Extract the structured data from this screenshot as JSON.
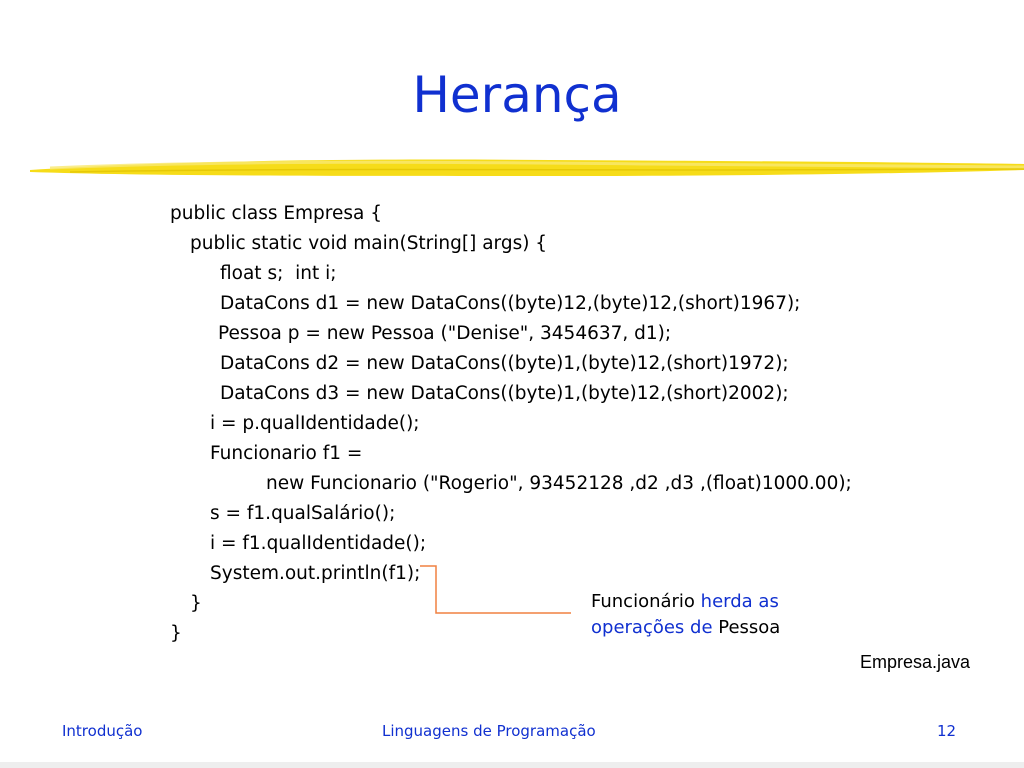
{
  "slide": {
    "title": "Herança",
    "code_lines": [
      "public class Empresa {",
      "public static void main(String[] args) {",
      "float s;  int i;",
      "DataCons d1 = new DataCons((byte)12,(byte)12,(short)1967);",
      "Pessoa p = new Pessoa (\"Denise\", 3454637, d1);",
      "DataCons d2 = new DataCons((byte)1,(byte)12,(short)1972);",
      "DataCons d3 = new DataCons((byte)1,(byte)12,(short)2002);",
      "i = p.qualIdentidade();",
      "Funcionario f1 =",
      "new Funcionario (\"Rogerio\", 93452128 ,d2 ,d3 ,(float)1000.00);",
      "s = f1.qualSalário();",
      "i = f1.qualIdentidade();",
      "System.out.println(f1);",
      "}",
      "}"
    ],
    "callout": {
      "part1": "Funcionário ",
      "part2": "herda as",
      "part3": "operações de",
      "part4": " Pessoa"
    },
    "filename": "Empresa.java"
  },
  "footer": {
    "left": "Introdução",
    "center": "Linguagens de Programação",
    "page": "12"
  },
  "colors": {
    "title": "#1030d0",
    "highlight_brush": "#f5d800",
    "callout_line": "#f08040"
  }
}
